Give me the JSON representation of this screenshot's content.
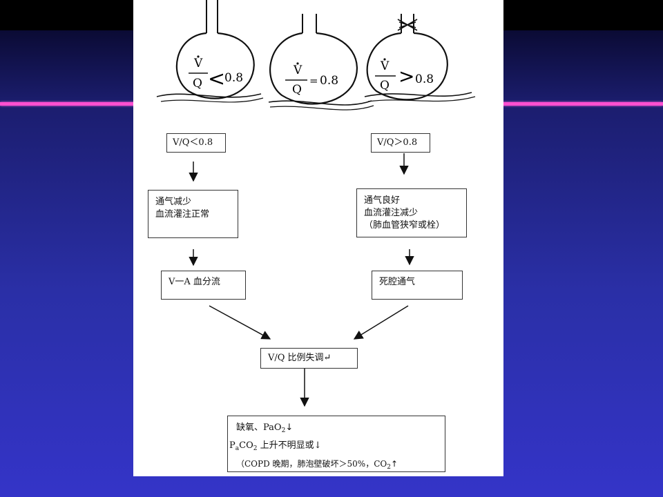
{
  "alveoli": [
    {
      "v": "V",
      "q": "Q",
      "op": "<",
      "val": "0.8"
    },
    {
      "v": "V",
      "q": "Q",
      "op": "=",
      "val": "0.8"
    },
    {
      "v": "V",
      "q": "Q",
      "op": ">",
      "val": "0.8"
    }
  ],
  "boxes": {
    "vq_low": "V/Q＜0.8",
    "vq_high": "V/Q＞0.8",
    "left_mid": [
      "通气减少",
      "血流灌注正常"
    ],
    "right_mid": [
      "通气良好",
      "血流灌注减少",
      "（肺血管狭窄或栓）"
    ],
    "shunt": "V一A 血分流",
    "dead_space": "死腔通气",
    "mismatch": "V/Q 比例失调↵",
    "result": {
      "line1_pre": "缺氧、PaO",
      "line1_sub": "2",
      "line1_post": "↓",
      "line2_p": "P",
      "line2_psub": "a",
      "line2_co": "CO",
      "line2_cosub": "2",
      "line2_post": " 上升不明显或↓",
      "line3_pre": "（COPD 晚期，肺泡壁破坏＞50%，CO",
      "line3_sub": "2",
      "line3_post": "↑"
    }
  }
}
